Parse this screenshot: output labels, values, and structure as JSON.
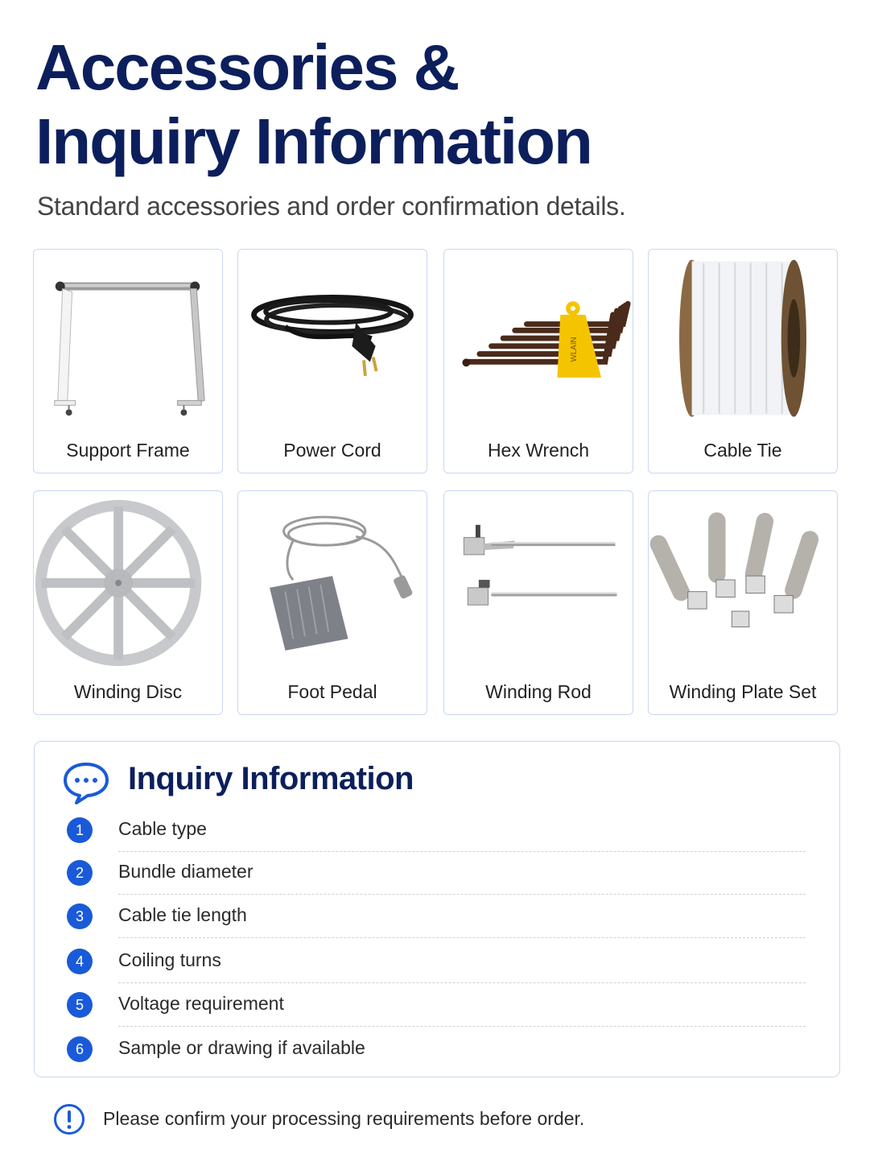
{
  "header": {
    "title_line1": "Accessories &",
    "title_line2": "Inquiry Information",
    "subtitle": "Standard accessories and order confirmation details."
  },
  "accessories": [
    {
      "label": "Support Frame",
      "icon": "support-frame-image"
    },
    {
      "label": "Power Cord",
      "icon": "power-cord-image"
    },
    {
      "label": "Hex Wrench",
      "icon": "hex-wrench-image"
    },
    {
      "label": "Cable Tie",
      "icon": "cable-tie-image"
    },
    {
      "label": "Winding Disc",
      "icon": "winding-disc-image"
    },
    {
      "label": "Foot Pedal",
      "icon": "foot-pedal-image"
    },
    {
      "label": "Winding Rod",
      "icon": "winding-rod-image"
    },
    {
      "label": "Winding Plate Set",
      "icon": "winding-plate-set-image"
    }
  ],
  "inquiry": {
    "icon": "chat-bubble-icon",
    "title": "Inquiry Information",
    "items": [
      {
        "num": "1",
        "text": "Cable type"
      },
      {
        "num": "2",
        "text": "Bundle diameter"
      },
      {
        "num": "3",
        "text": "Cable tie length"
      },
      {
        "num": "4",
        "text": "Coiling turns"
      },
      {
        "num": "5",
        "text": "Voltage requirement"
      },
      {
        "num": "6",
        "text": "Sample or drawing if available"
      }
    ]
  },
  "note": {
    "icon": "exclamation-circle-icon",
    "text": "Please confirm your processing requirements before order."
  },
  "colors": {
    "title": "#0c1f5c",
    "accent": "#1a5ad8",
    "card_border": "#c9d8f2",
    "wrench_tag": "#f5c400"
  },
  "wrench_tag_text": "WLAIN"
}
